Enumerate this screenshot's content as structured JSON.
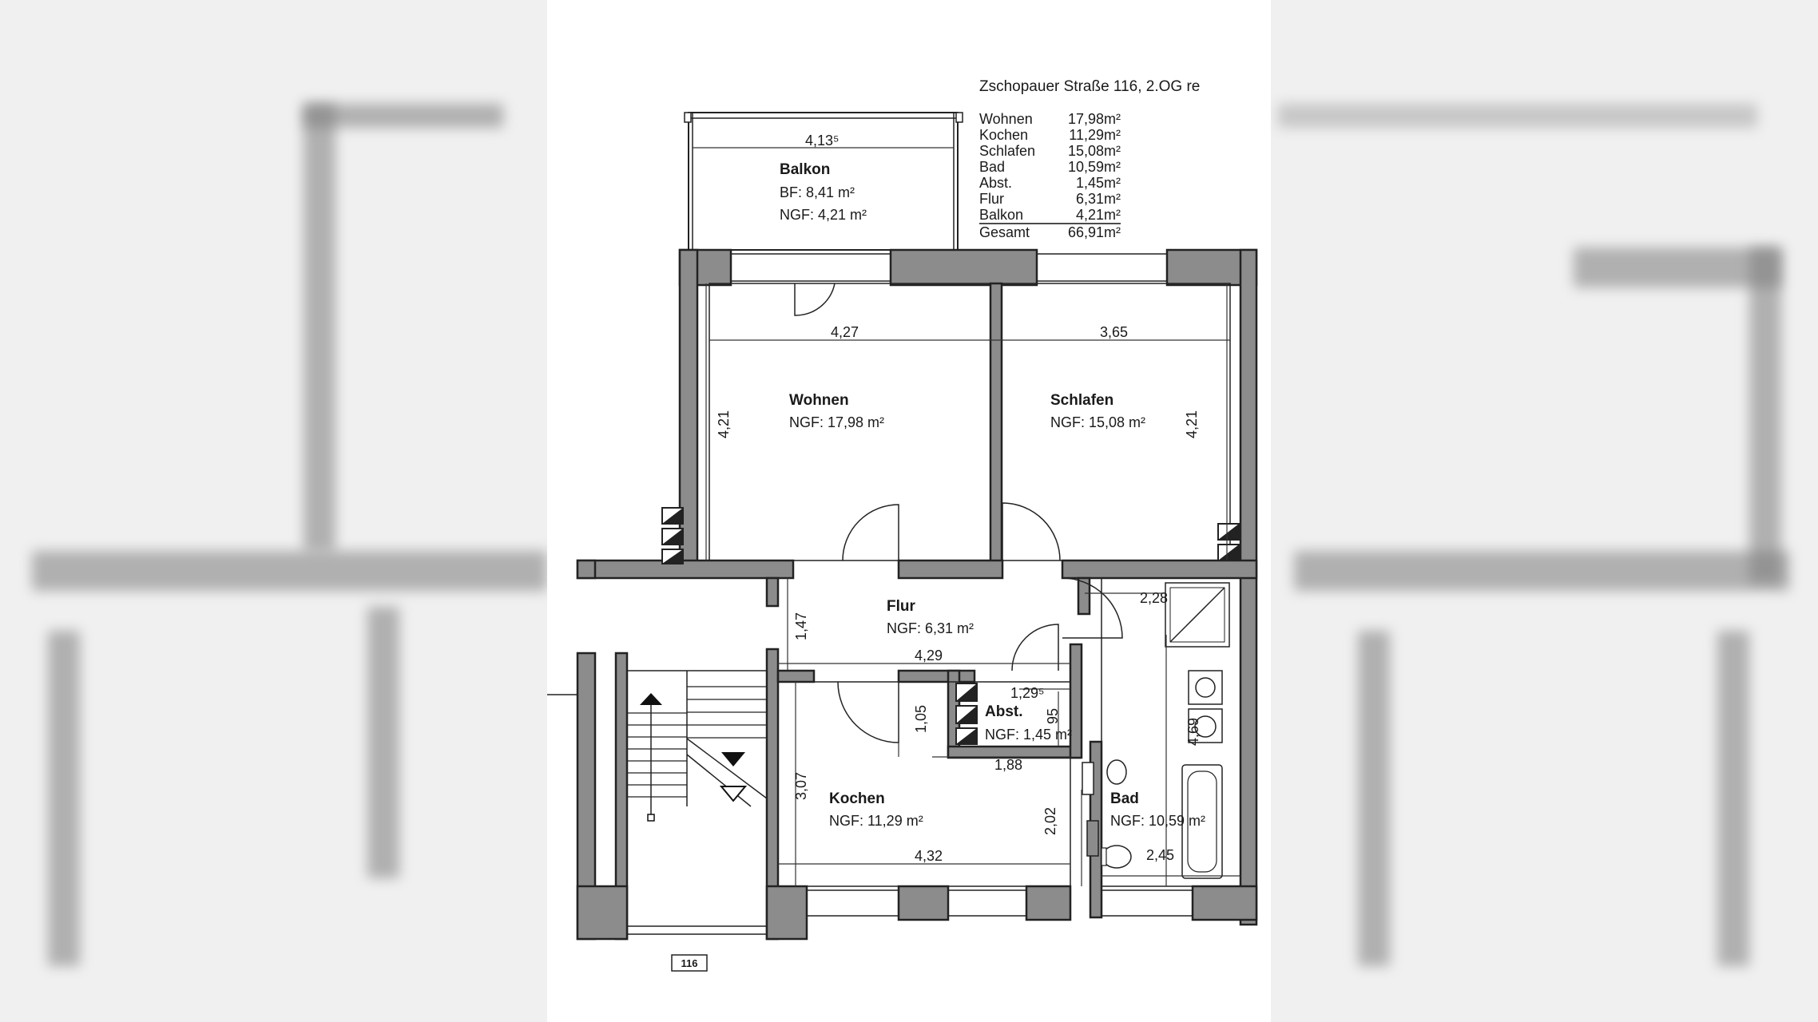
{
  "header": {
    "address": "Zschopauer Straße 116, 2.OG re"
  },
  "area_table": {
    "rows": [
      {
        "name": "Wohnen",
        "value": "17,98m²"
      },
      {
        "name": "Kochen",
        "value": "11,29m²"
      },
      {
        "name": "Schlafen",
        "value": "15,08m²"
      },
      {
        "name": "Bad",
        "value": "10,59m²"
      },
      {
        "name": "Abst.",
        "value": "1,45m²"
      },
      {
        "name": "Flur",
        "value": "6,31m²"
      },
      {
        "name": "Balkon",
        "value": "4,21m²"
      }
    ],
    "total": {
      "name": "Gesamt",
      "value": "66,91m²"
    }
  },
  "rooms": {
    "balkon": {
      "name": "Balkon",
      "bf": "BF:   8,41 m²",
      "ngf": "NGF: 4,21 m²"
    },
    "wohnen": {
      "name": "Wohnen",
      "ngf": "NGF: 17,98 m²"
    },
    "schlafen": {
      "name": "Schlafen",
      "ngf": "NGF: 15,08 m²"
    },
    "flur": {
      "name": "Flur",
      "ngf": "NGF: 6,31 m²"
    },
    "abst": {
      "name": "Abst.",
      "ngf": "NGF: 1,45 m²"
    },
    "kochen": {
      "name": "Kochen",
      "ngf": "NGF: 11,29 m²"
    },
    "bad": {
      "name": "Bad",
      "ngf": "NGF: 10,59 m²"
    }
  },
  "dimensions": {
    "balkon_width": "4,13⁵",
    "wohnen_width": "4,27",
    "schlafen_width": "3,65",
    "wohnen_height": "4,21",
    "schlafen_height": "4,21",
    "flur_height": "1,47",
    "flur_width": "4,29",
    "abst_width": "1,29⁵",
    "abst_height": "95",
    "door_gap": "1,05",
    "abst_lower": "1,88",
    "bad_top": "2,28",
    "bad_height": "4,69",
    "kochen_height": "3,07",
    "kochen_inner": "2,02",
    "kochen_width": "4,32",
    "bad_width": "2,45"
  },
  "building_no": "116"
}
